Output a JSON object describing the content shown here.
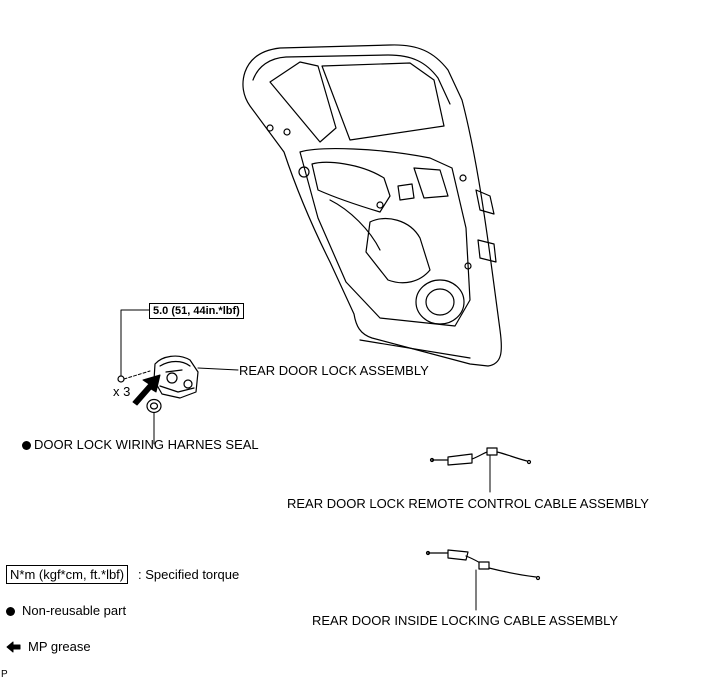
{
  "torque_spec": "5.0 (51, 44in.*lbf)",
  "screw_qty": "x 3",
  "labels": {
    "lock_assembly": "REAR DOOR LOCK ASSEMBLY",
    "harness_seal": "DOOR LOCK WIRING HARNES SEAL",
    "remote_cable": "REAR DOOR LOCK REMOTE CONTROL CABLE ASSEMBLY",
    "inside_cable": "REAR DOOR INSIDE LOCKING CABLE ASSEMBLY"
  },
  "legend": {
    "torque_units": "N*m (kgf*cm, ft.*lbf)",
    "torque_desc": ": Specified torque",
    "nonreusable": "Non-reusable part",
    "grease": "MP grease"
  },
  "corner_mark": "P",
  "icons": {
    "nonreusable": "filled-circle-icon",
    "grease": "left-arrow-icon"
  }
}
